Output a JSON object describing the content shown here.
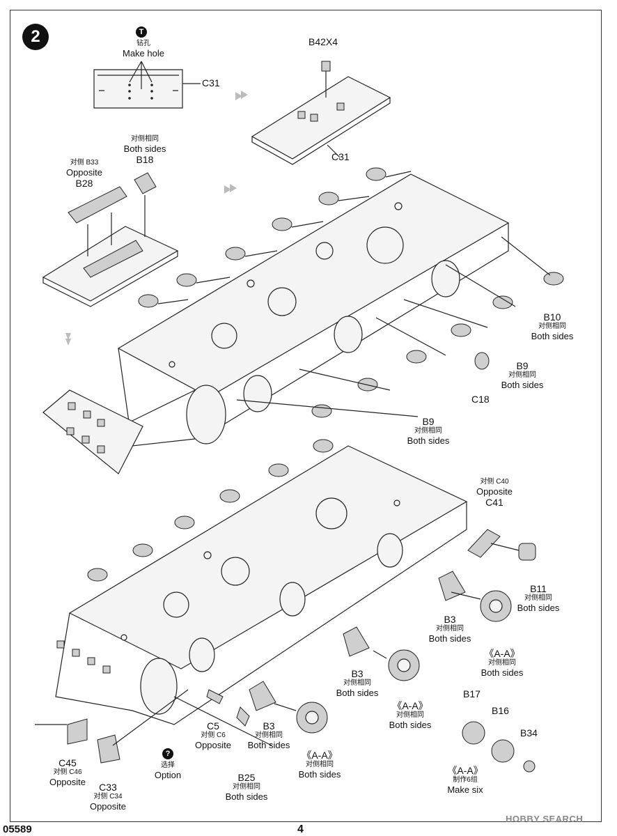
{
  "step": {
    "number": "2"
  },
  "footer": {
    "kit_number": "05589",
    "page_number": "4",
    "watermark": "HOBBY SEARCH"
  },
  "callouts": {
    "make_hole": {
      "zh": "钻孔",
      "en": "Make hole",
      "icon": "drill-icon"
    },
    "option": {
      "zh": "选择",
      "en": "Option",
      "icon": "question-icon"
    },
    "c31_top": "C31",
    "b42x4": "B42X4",
    "c31_plate": "C31",
    "b33": {
      "zh": "对侧 B33",
      "en": "Opposite",
      "code": "B28"
    },
    "b18": {
      "zh": "对侧相同",
      "en": "Both sides",
      "code": "B18"
    },
    "b10": {
      "code": "B10",
      "zh": "对侧相同",
      "en": "Both sides"
    },
    "b9_right": {
      "code": "B9",
      "zh": "对侧相同",
      "en": "Both sides"
    },
    "c18": "C18",
    "b9_bottom": {
      "code": "B9",
      "zh": "对侧相同",
      "en": "Both sides"
    },
    "c40": {
      "zh": "对侧 C40",
      "en": "Opposite",
      "code": "C41"
    },
    "b11": {
      "code": "B11",
      "zh": "对侧相同",
      "en": "Both sides"
    },
    "b3_right": {
      "code": "B3",
      "zh": "对侧相同",
      "en": "Both sides"
    },
    "aa_right": {
      "code": "《A-A》",
      "zh": "对侧相同",
      "en": "Both sides"
    },
    "b3_mid": {
      "code": "B3",
      "zh": "对侧相同",
      "en": "Both sides"
    },
    "aa_mid": {
      "code": "《A-A》",
      "zh": "对侧相同",
      "en": "Both sides"
    },
    "b3_left": {
      "code": "B3",
      "zh": "对侧相同",
      "en": "Both sides"
    },
    "aa_left": {
      "code": "《A-A》",
      "zh": "对侧相同",
      "en": "Both sides"
    },
    "c5": {
      "code": "C5",
      "zh": "对侧 C6",
      "en": "Opposite"
    },
    "b25": {
      "code": "B25",
      "zh": "对侧相同",
      "en": "Both sides"
    },
    "c45": {
      "code": "C45",
      "zh": "对侧 C46",
      "en": "Opposite"
    },
    "c33": {
      "code": "C33",
      "zh": "对侧 C34",
      "en": "Opposite"
    },
    "b17": "B17",
    "b16": "B16",
    "b34": "B34",
    "aa_make_six": {
      "code": "《A-A》",
      "zh": "制作6组",
      "en": "Make six"
    }
  }
}
